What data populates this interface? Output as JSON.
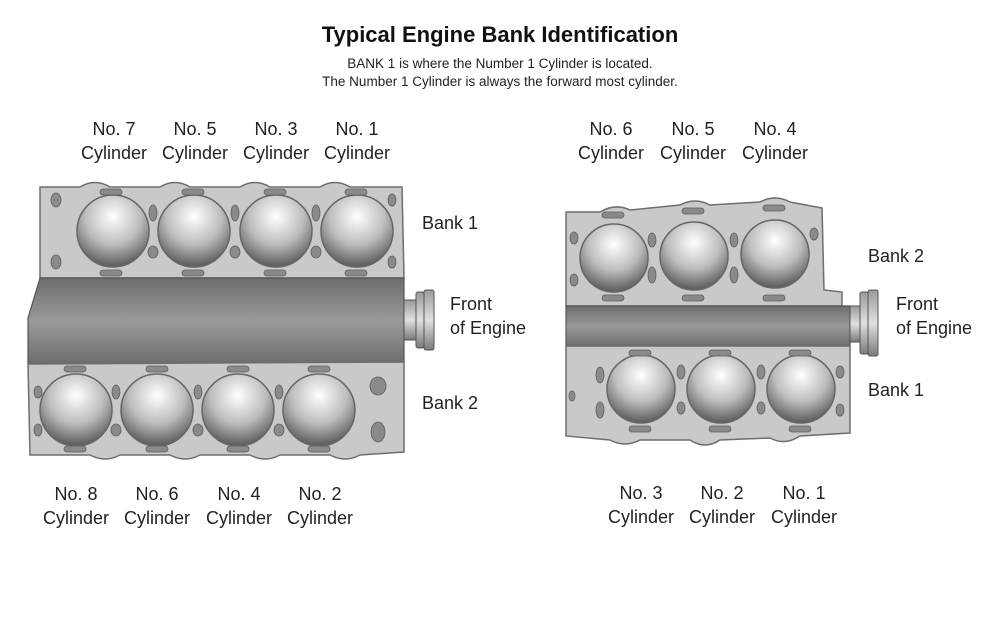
{
  "header": {
    "title": "Typical Engine Bank Identification",
    "line1": "BANK 1 is where the Number 1 Cylinder is located.",
    "line2": "The Number 1 Cylinder is always the forward most cylinder."
  },
  "v8": {
    "top_cylinders": [
      {
        "num": "No. 7",
        "word": "Cylinder"
      },
      {
        "num": "No. 5",
        "word": "Cylinder"
      },
      {
        "num": "No. 3",
        "word": "Cylinder"
      },
      {
        "num": "No. 1",
        "word": "Cylinder"
      }
    ],
    "bottom_cylinders": [
      {
        "num": "No. 8",
        "word": "Cylinder"
      },
      {
        "num": "No. 6",
        "word": "Cylinder"
      },
      {
        "num": "No. 4",
        "word": "Cylinder"
      },
      {
        "num": "No. 2",
        "word": "Cylinder"
      }
    ],
    "top_bank": "Bank 1",
    "bottom_bank": "Bank 2",
    "front_line1": "Front",
    "front_line2": "of Engine"
  },
  "v6": {
    "top_cylinders": [
      {
        "num": "No. 6",
        "word": "Cylinder"
      },
      {
        "num": "No. 5",
        "word": "Cylinder"
      },
      {
        "num": "No. 4",
        "word": "Cylinder"
      }
    ],
    "bottom_cylinders": [
      {
        "num": "No. 3",
        "word": "Cylinder"
      },
      {
        "num": "No. 2",
        "word": "Cylinder"
      },
      {
        "num": "No. 1",
        "word": "Cylinder"
      }
    ],
    "top_bank": "Bank 2",
    "bottom_bank": "Bank 1",
    "front_line1": "Front",
    "front_line2": "of Engine"
  },
  "colors": {
    "block": "#c9c9c9",
    "block_edge": "#6e6e6e",
    "valley": "#7d7d7d",
    "bore_center": "#ffffff",
    "bore_edge": "#5a5a5a"
  }
}
